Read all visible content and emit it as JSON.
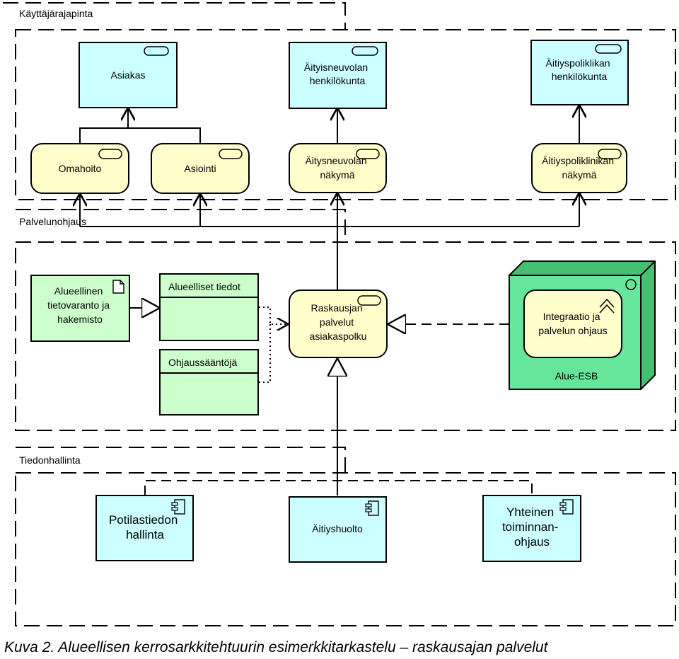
{
  "layers": {
    "ui": "Käyttäjärajapinta",
    "service": "Palvelunohjaus",
    "data": "Tiedonhallinta"
  },
  "actors": {
    "asiakas": [
      "Asiakas"
    ],
    "aitiysneuvola_staff": [
      "Äityisneuvolan",
      "henkilökunta"
    ],
    "aitiyspoli_staff": [
      "Äitiyspoliklikan",
      "henkilökunta"
    ]
  },
  "ui_services": {
    "omahoito": [
      "Omahoito"
    ],
    "asiointi": [
      "Asiointi"
    ],
    "aitiysneuvolan_nakyma": [
      "Äitysneuvolan",
      "näkymä"
    ],
    "aitiyspoliklinikan_nakyma": [
      "Äitiyspoliklinikan",
      "näkymä"
    ]
  },
  "service_layer": {
    "tietovaranto": [
      "Alueellinen",
      "tietovaranto ja",
      "hakemisto"
    ],
    "alueelliset_tiedot": "Alueelliset tiedot",
    "ohjaussaannot": "Ohjaussääntöjä",
    "raskausajan_palvelut": [
      "Raskausjan",
      "palvelut",
      "asiakaspolku"
    ],
    "integraatio": [
      "Integraatio ja",
      "palvelun ohjaus"
    ],
    "alue_esb": "Alue-ESB"
  },
  "components": {
    "potilastiedon": [
      "Potilastiedon",
      "hallinta"
    ],
    "aitiyshuolto": [
      "Äitiyshuolto"
    ],
    "yhteinen": [
      "Yhteinen",
      "toiminnan-",
      "ohjaus"
    ]
  },
  "caption": "Kuva 2. Alueellisen kerrosarkkitehtuurin esimerkkitarkastelu – raskausajan palvelut",
  "colors": {
    "actor": "#ccffff",
    "service": "#ffffcc",
    "data_object": "#ccffcc",
    "node": "#66e69a",
    "component": "#ccffff"
  }
}
